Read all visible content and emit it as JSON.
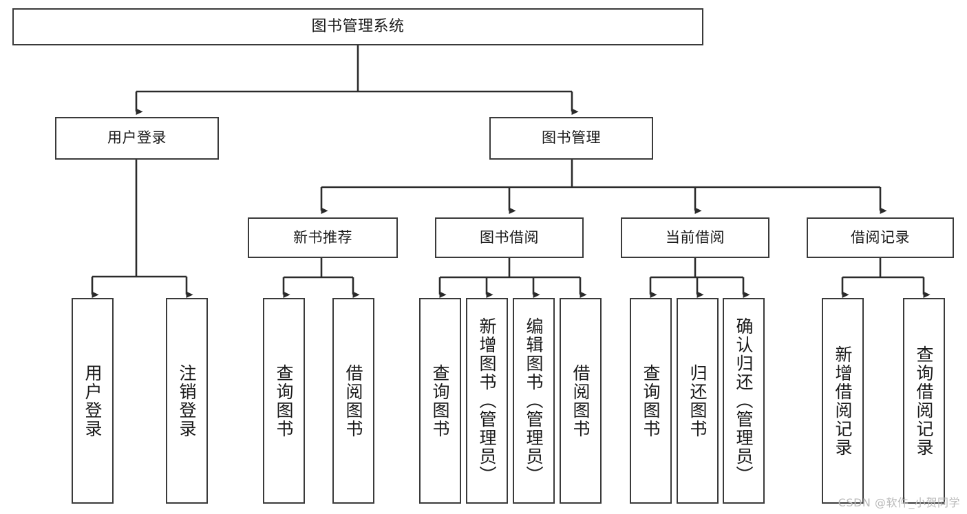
{
  "diagram": {
    "title": "图书管理系统",
    "watermark": "CSDN @软件_小贺同学",
    "colors": {
      "box_border": "#3a3a3a",
      "edge_line": "#2b2b2b",
      "background": "#ffffff",
      "text": "#1a1a1a",
      "watermark": "#b9b9b9"
    },
    "root": {
      "label": "图书管理系统"
    },
    "level2": [
      {
        "label": "用户登录"
      },
      {
        "label": "图书管理"
      }
    ],
    "level3": [
      {
        "label": "新书推荐"
      },
      {
        "label": "图书借阅"
      },
      {
        "label": "当前借阅"
      },
      {
        "label": "借阅记录"
      }
    ],
    "leaves": {
      "user_login": [
        {
          "label": "用户登录"
        },
        {
          "label": "注销登录"
        }
      ],
      "new_book_recommend": [
        {
          "label": "查询图书"
        },
        {
          "label": "借阅图书"
        }
      ],
      "book_borrow": [
        {
          "label": "查询图书"
        },
        {
          "label": "新增图书（管理员）"
        },
        {
          "label": "编辑图书（管理员）"
        },
        {
          "label": "借阅图书"
        }
      ],
      "current_borrow": [
        {
          "label": "查询图书"
        },
        {
          "label": "归还图书"
        },
        {
          "label": "确认归还（管理员）"
        }
      ],
      "borrow_record": [
        {
          "label": "新增借阅记录"
        },
        {
          "label": "查询借阅记录"
        }
      ]
    }
  }
}
